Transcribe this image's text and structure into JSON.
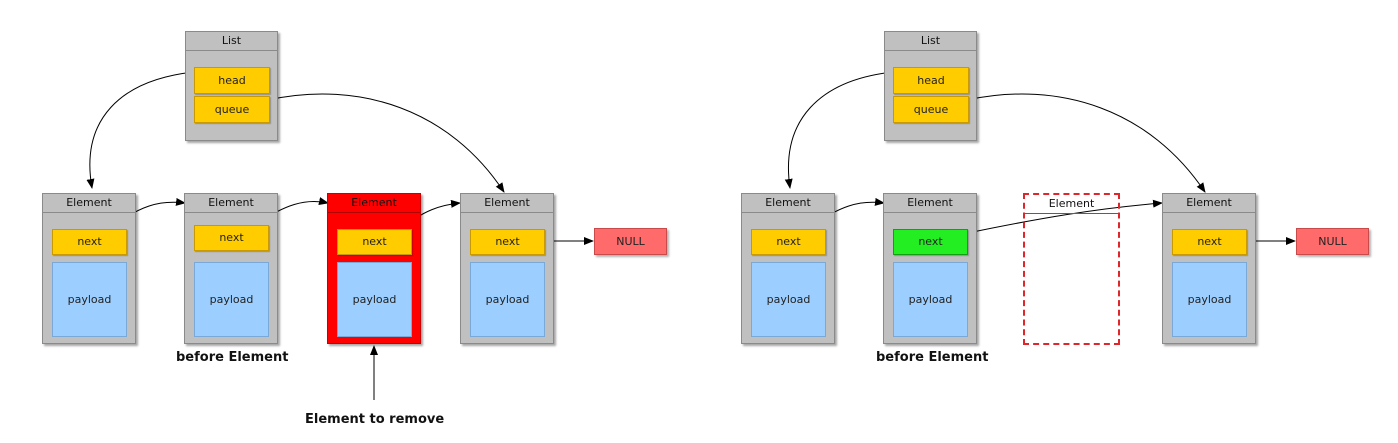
{
  "left": {
    "list": {
      "title": "List",
      "head": "head",
      "queue": "queue"
    },
    "elements": [
      {
        "title": "Element",
        "next": "next",
        "payload": "payload"
      },
      {
        "title": "Element",
        "next": "next",
        "payload": "payload"
      },
      {
        "title": "Element",
        "next": "next",
        "payload": "payload"
      },
      {
        "title": "Element",
        "next": "next",
        "payload": "payload"
      }
    ],
    "null": "NULL",
    "before_caption": "before Element",
    "remove_caption": "Element to remove"
  },
  "right": {
    "list": {
      "title": "List",
      "head": "head",
      "queue": "queue"
    },
    "elements": [
      {
        "title": "Element",
        "next": "next",
        "payload": "payload"
      },
      {
        "title": "Element",
        "next": "next",
        "payload": "payload"
      },
      {
        "title": "Element"
      },
      {
        "title": "Element",
        "next": "next",
        "payload": "payload"
      }
    ],
    "null": "NULL",
    "before_caption": "before Element"
  },
  "colors": {
    "box_gray": "#c0c0c0",
    "field_yellow": "#ffcc00",
    "payload_blue": "#9ccfff",
    "removed_red": "#ff0000",
    "relinked_green": "#22ee22",
    "null_red": "#ff6a6a"
  }
}
